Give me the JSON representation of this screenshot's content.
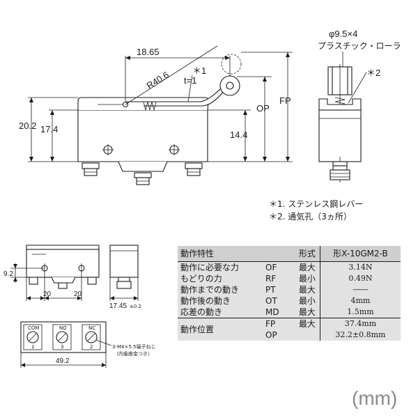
{
  "side_view": {
    "dim_width": "18.65",
    "dim_radius": "R40.6",
    "note_marker": "＊1",
    "dim_thickness": "t=1",
    "dim_height_total": "20.2",
    "dim_height_body": "17.4",
    "dim_op_height": "14.4",
    "label_op": "OP",
    "label_fp": "FP"
  },
  "end_view": {
    "roller_label": "φ9.5×4",
    "roller_material": "プラスチック・ローラ",
    "note_marker": "＊2"
  },
  "notes": [
    "＊1. ステンレス鋼レバー",
    "＊2. 通気孔（3ヵ所）"
  ],
  "small_views": {
    "dim_92": "9.2",
    "dim_20a": "20",
    "dim_20b": "20",
    "dim_1745": "17.45",
    "dim_1745_tol": "±0.2",
    "dim_492": "49.2",
    "terminal_names": [
      "COM",
      "NO",
      "NC"
    ],
    "terminal_numbers": [
      "1",
      "3",
      "2"
    ],
    "screw_note_1": "3-M4×5.5端子ねじ",
    "screw_note_2": "（内歯座金つき）"
  },
  "spec_table": {
    "header_left": "動作特性",
    "header_mid": "形式",
    "header_right": "形X-10GM2-B",
    "rows": [
      {
        "name": "動作に必要な力",
        "code": "OF",
        "kind": "最大",
        "value": "3.14N"
      },
      {
        "name": "もどりの力",
        "code": "RF",
        "kind": "最小",
        "value": "0.49N"
      },
      {
        "name": "動作までの動き",
        "code": "PT",
        "kind": "最大",
        "value": "――"
      },
      {
        "name": "動作後の動き",
        "code": "OT",
        "kind": "最小",
        "value": "4mm"
      },
      {
        "name": "応差の動き",
        "code": "MD",
        "kind": "最大",
        "value": "1.5mm"
      }
    ],
    "position_name": "動作位置",
    "position_rows": [
      {
        "code": "FP",
        "kind": "最大",
        "value": "37.4mm"
      },
      {
        "code": "OP",
        "kind": "",
        "value": "32.2±0.8mm"
      }
    ]
  },
  "units": "(mm)"
}
